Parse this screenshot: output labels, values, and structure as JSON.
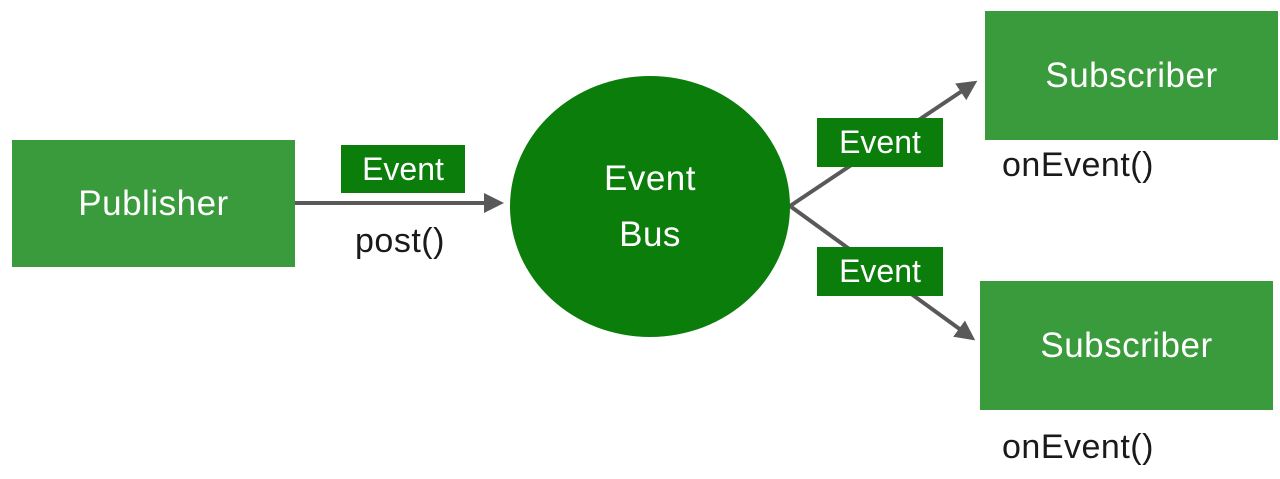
{
  "diagram": {
    "nodes": {
      "publisher": {
        "label": "Publisher"
      },
      "event_bus": {
        "label_line1": "Event",
        "label_line2": "Bus"
      },
      "subscriber_top": {
        "label": "Subscriber"
      },
      "subscriber_bottom": {
        "label": "Subscriber"
      }
    },
    "badges": {
      "publish_event": "Event",
      "deliver_event_top": "Event",
      "deliver_event_bottom": "Event"
    },
    "method_labels": {
      "post": "post()",
      "on_event_top": "onEvent()",
      "on_event_bottom": "onEvent()"
    },
    "colors": {
      "node_green": "#3a9b3c",
      "bus_green": "#0b7d0b",
      "arrow_gray": "#595959",
      "label_white": "#ffffff",
      "method_black": "#1a1a1a",
      "background": "#ffffff"
    }
  }
}
